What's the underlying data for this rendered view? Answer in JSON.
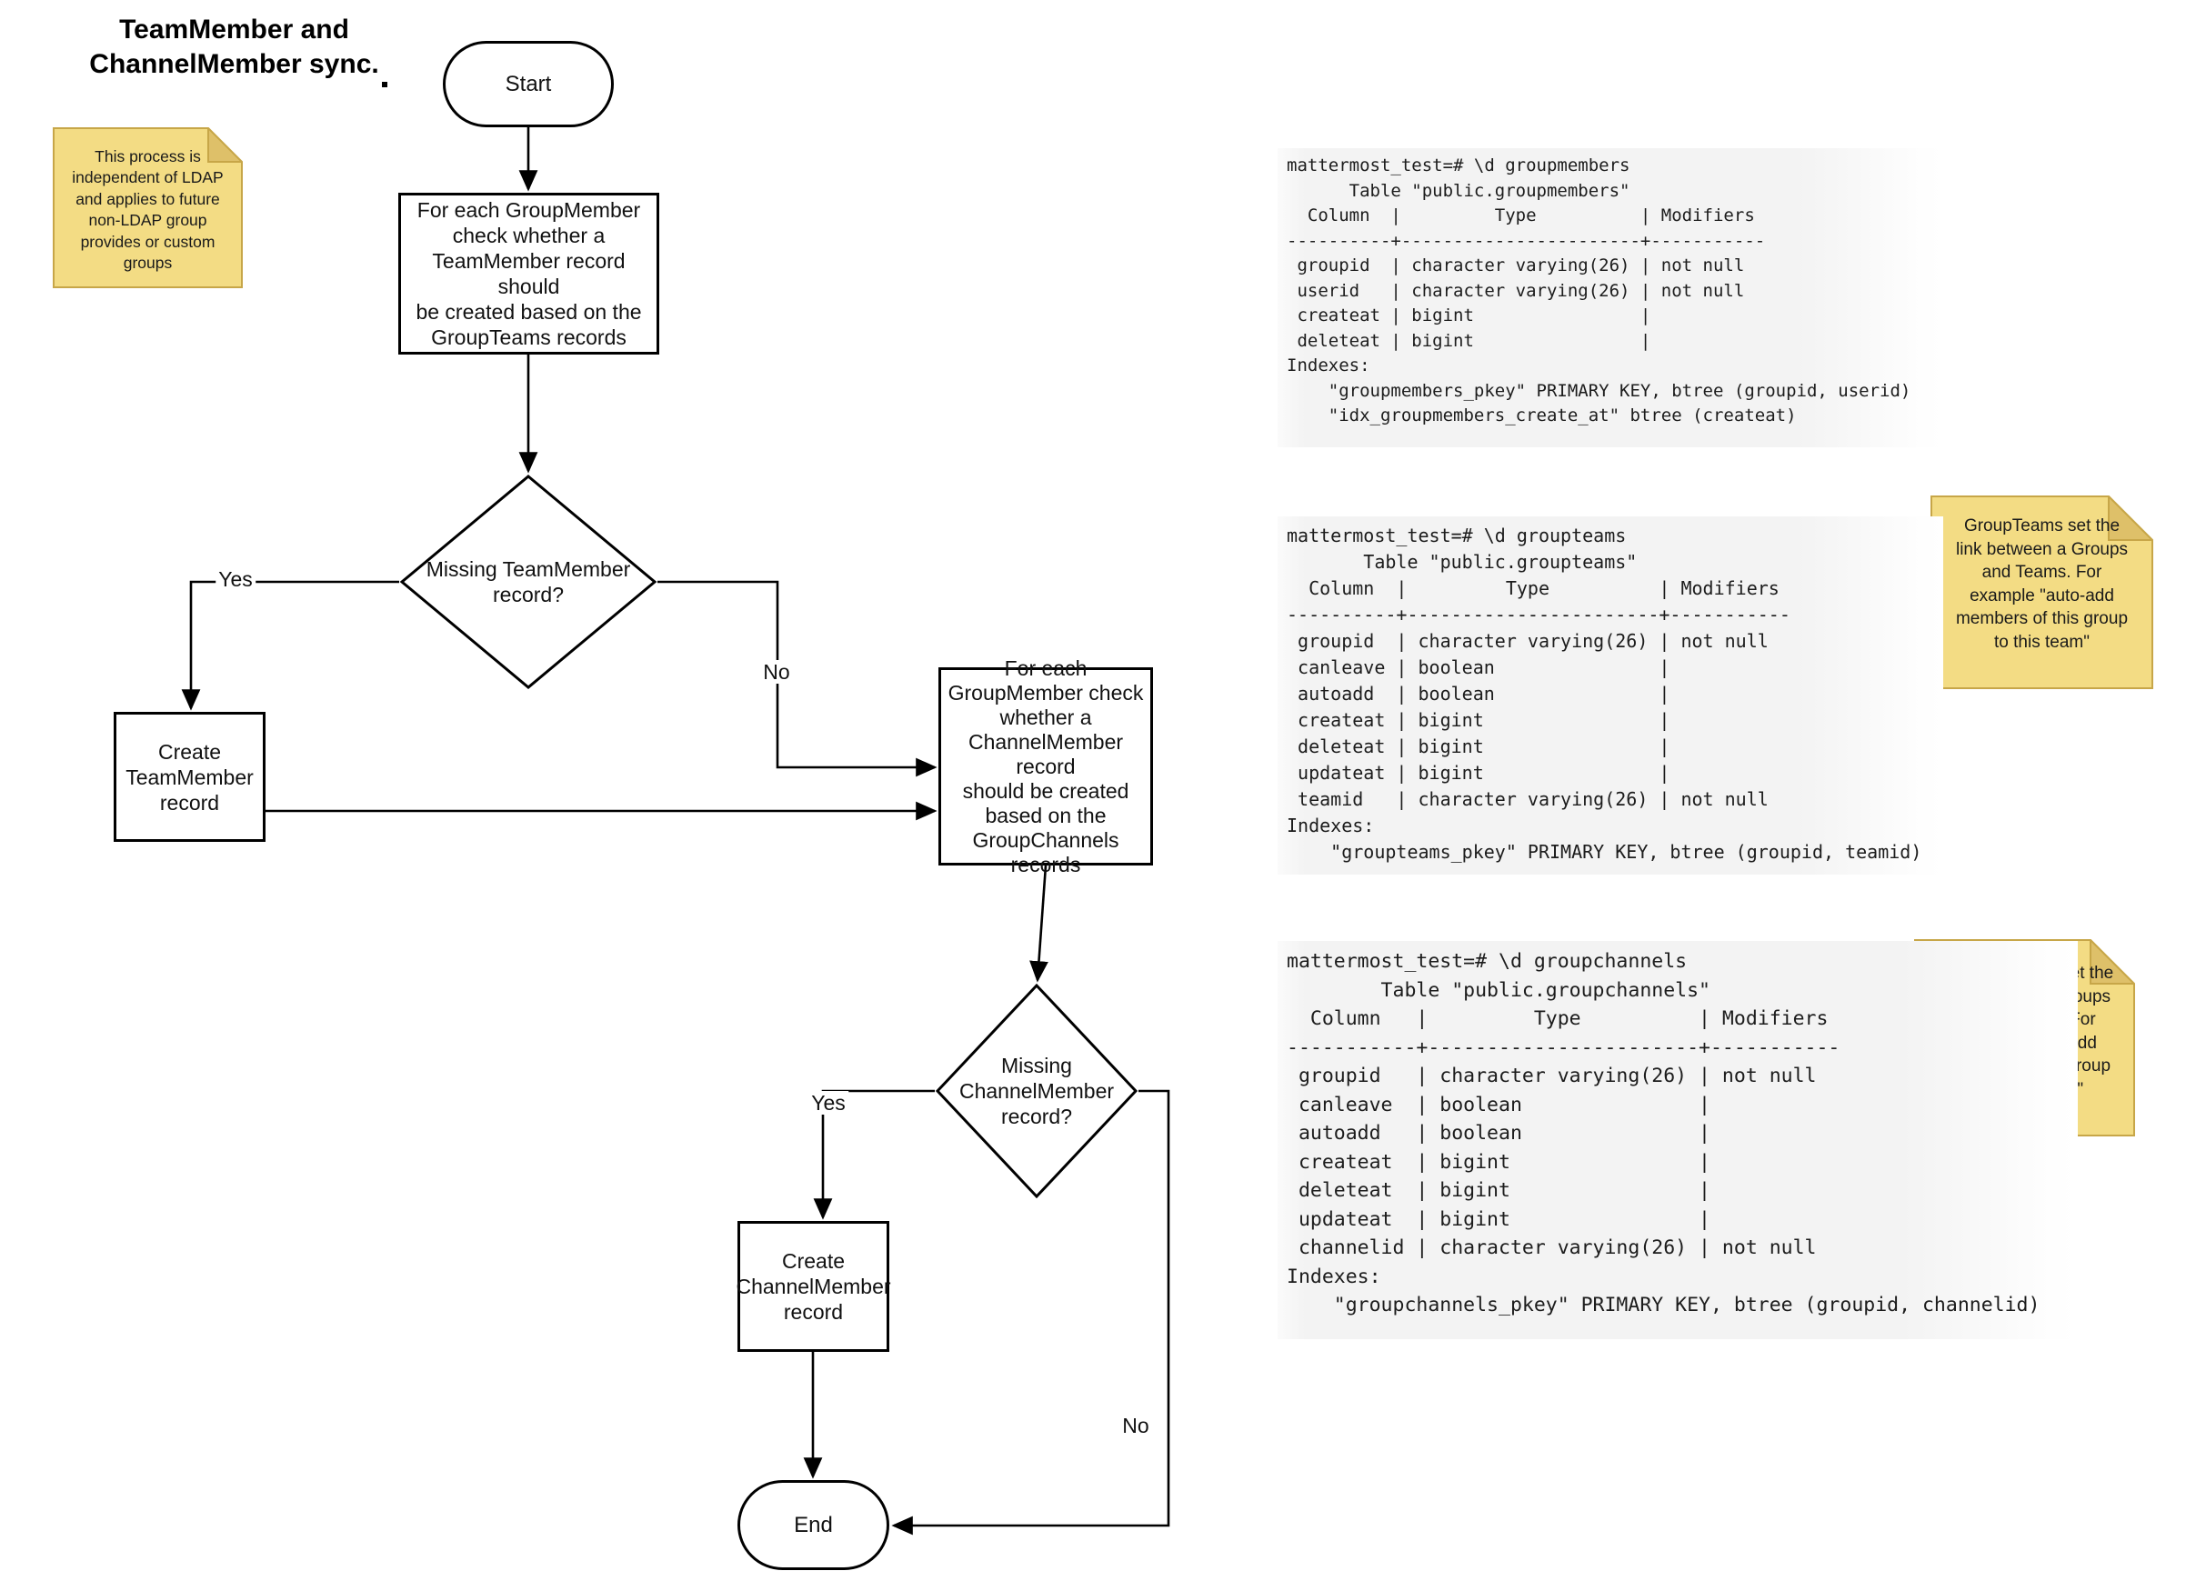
{
  "title": "TeamMember and\nChannelMember sync.",
  "colors": {
    "note_fill": "#F3DC84",
    "note_fold": "#DEC069",
    "note_border": "#C7A648",
    "terminal_bg": "#F3F3F3",
    "line_color": "#000000",
    "node_fill": "#FFFFFF"
  },
  "flowchart": {
    "nodes": {
      "start": "Start",
      "step_team": "For each GroupMember\ncheck whether a\nTeamMember record should\nbe created based on the\nGroupTeams records",
      "decision_team": "Missing TeamMember\nrecord?",
      "create_team": "Create\nTeamMember\nrecord",
      "step_channel": "For each\nGroupMember check\nwhether a\nChannelMember record\nshould be created\nbased on the\nGroupChannels\nrecords",
      "decision_channel": "Missing\nChannelMember\nrecord?",
      "create_channel": "Create\nChannelMember\nrecord",
      "end": "End"
    },
    "edge_labels": {
      "decision_team_yes": "Yes",
      "decision_team_no": "No",
      "decision_channel_yes": "Yes",
      "decision_channel_no": "No"
    }
  },
  "sticky_notes": {
    "note_ldap": "This process is\nindependent of LDAP\nand applies to future\nnon-LDAP group\nprovides or custom\ngroups",
    "note_groupteams": "GroupTeams set the\nlink between a Groups\nand Teams. For\nexample \"auto-add\nmembers of this group\nto this team\"",
    "note_groupchannels": "GroupChannels set the\nlink between a Groups\nand Channels. For\nexample \"auto-add\nmembers of this group\nto this channel\""
  },
  "terminals": {
    "groupmembers": {
      "lines": [
        "mattermost_test=# \\d groupmembers",
        "      Table \"public.groupmembers\"",
        "  Column  |         Type          | Modifiers",
        "----------+-----------------------+-----------",
        " groupid  | character varying(26) | not null",
        " userid   | character varying(26) | not null",
        " createat | bigint                |",
        " deleteat | bigint                |",
        "Indexes:",
        "    \"groupmembers_pkey\" PRIMARY KEY, btree (groupid, userid)",
        "    \"idx_groupmembers_create_at\" btree (createat)"
      ]
    },
    "groupteams": {
      "lines": [
        "mattermost_test=# \\d groupteams",
        "       Table \"public.groupteams\"",
        "  Column  |         Type          | Modifiers",
        "----------+-----------------------+-----------",
        " groupid  | character varying(26) | not null",
        " canleave | boolean               |",
        " autoadd  | boolean               |",
        " createat | bigint                |",
        " deleteat | bigint                |",
        " updateat | bigint                |",
        " teamid   | character varying(26) | not null",
        "Indexes:",
        "    \"groupteams_pkey\" PRIMARY KEY, btree (groupid, teamid)"
      ]
    },
    "groupchannels": {
      "lines": [
        "mattermost_test=# \\d groupchannels",
        "        Table \"public.groupchannels\"",
        "  Column   |         Type          | Modifiers",
        "-----------+-----------------------+-----------",
        " groupid   | character varying(26) | not null",
        " canleave  | boolean               |",
        " autoadd   | boolean               |",
        " createat  | bigint                |",
        " deleteat  | bigint                |",
        " updateat  | bigint                |",
        " channelid | character varying(26) | not null",
        "Indexes:",
        "    \"groupchannels_pkey\" PRIMARY KEY, btree (groupid, channelid)"
      ]
    }
  }
}
